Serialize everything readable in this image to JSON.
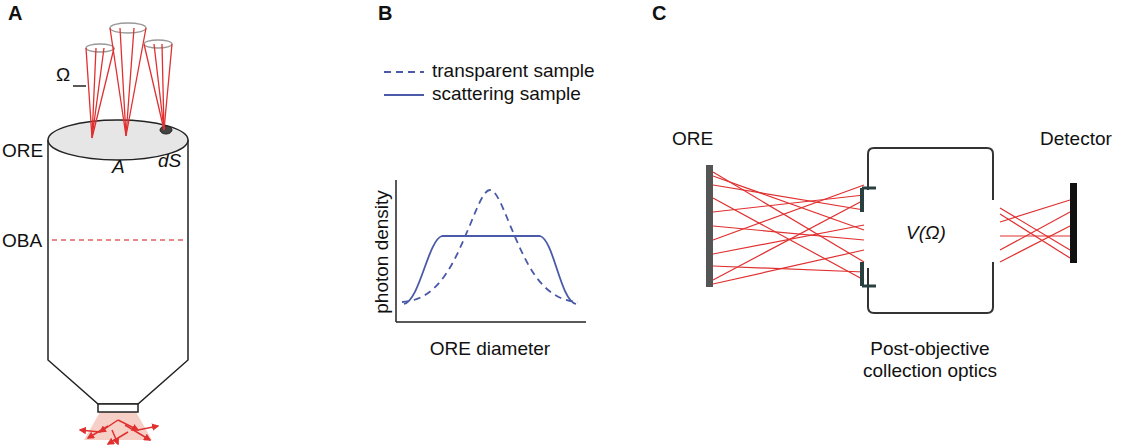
{
  "diagram": {
    "labels": [
      "A",
      "B",
      "C",
      "Ω",
      "ORE",
      "OBA",
      "A",
      "dS",
      "photon density",
      "ORE diameter",
      "ORE",
      "Detector",
      "V(Ω)",
      "Post-objective collection optics"
    ],
    "legend": [
      {
        "text": "transparent sample"
      },
      {
        "text": "scattering sample"
      }
    ]
  }
}
